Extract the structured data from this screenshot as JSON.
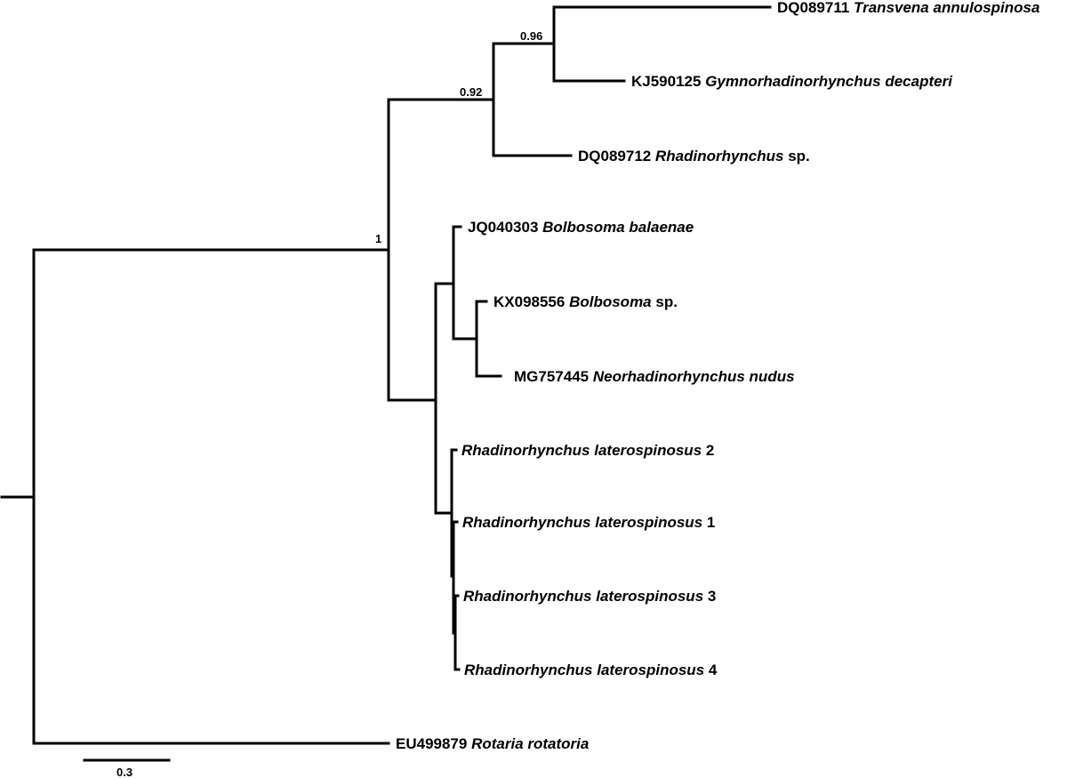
{
  "tree": {
    "taxa": [
      {
        "accession": "DQ089711",
        "species": "Transvena annulospinosa",
        "suffix": ""
      },
      {
        "accession": "KJ590125",
        "species": "Gymnorhadinorhynchus decapteri",
        "suffix": ""
      },
      {
        "accession": "DQ089712",
        "species": "Rhadinorhynchus",
        "suffix": " sp."
      },
      {
        "accession": "JQ040303",
        "species": "Bolbosoma balaenae",
        "suffix": ""
      },
      {
        "accession": "KX098556",
        "species": "Bolbosoma",
        "suffix": " sp."
      },
      {
        "accession": "MG757445",
        "species": "Neorhadinorhynchus nudus",
        "suffix": ""
      },
      {
        "accession": "",
        "species": "Rhadinorhynchus laterospinosus",
        "suffix": " 2"
      },
      {
        "accession": "",
        "species": "Rhadinorhynchus laterospinosus",
        "suffix": " 1"
      },
      {
        "accession": "",
        "species": "Rhadinorhynchus laterospinosus",
        "suffix": " 3"
      },
      {
        "accession": "",
        "species": "Rhadinorhynchus laterospinosus",
        "suffix": " 4"
      },
      {
        "accession": "EU499879",
        "species": "Rotaria rotatoria",
        "suffix": ""
      }
    ],
    "support_values": [
      "0.96",
      "0.92",
      "1"
    ],
    "scale_bar_label": "0.3"
  }
}
